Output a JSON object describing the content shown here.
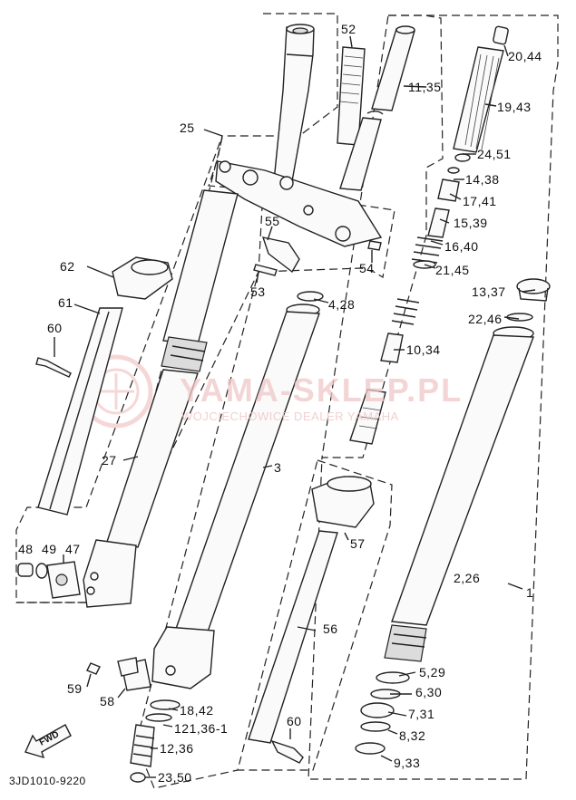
{
  "diagram": {
    "code": "3JD1010-9220",
    "fwd_label": "FWD",
    "watermark": {
      "title": "YAMA-SKLEP.PL",
      "subtitle": "WOJCIECHOWICE DEALER YAMAHA"
    },
    "callouts": [
      {
        "id": "c-52",
        "label": "52"
      },
      {
        "id": "c-20-44",
        "label": "20,44"
      },
      {
        "id": "c-11-35",
        "label": "11,35"
      },
      {
        "id": "c-19-43",
        "label": "19,43"
      },
      {
        "id": "c-25",
        "label": "25"
      },
      {
        "id": "c-24-51",
        "label": "24,51"
      },
      {
        "id": "c-14-38",
        "label": "14,38"
      },
      {
        "id": "c-17-41",
        "label": "17,41"
      },
      {
        "id": "c-55",
        "label": "55"
      },
      {
        "id": "c-15-39",
        "label": "15,39"
      },
      {
        "id": "c-16-40",
        "label": "16,40"
      },
      {
        "id": "c-62",
        "label": "62"
      },
      {
        "id": "c-54",
        "label": "54"
      },
      {
        "id": "c-21-45",
        "label": "21,45"
      },
      {
        "id": "c-53",
        "label": "53"
      },
      {
        "id": "c-13-37",
        "label": "13,37"
      },
      {
        "id": "c-4-28",
        "label": "4,28"
      },
      {
        "id": "c-61",
        "label": "61"
      },
      {
        "id": "c-22-46",
        "label": "22,46"
      },
      {
        "id": "c-60a",
        "label": "60"
      },
      {
        "id": "c-10-34",
        "label": "10,34"
      },
      {
        "id": "c-27",
        "label": "27"
      },
      {
        "id": "c-3",
        "label": "3"
      },
      {
        "id": "c-48",
        "label": "48"
      },
      {
        "id": "c-49",
        "label": "49"
      },
      {
        "id": "c-47",
        "label": "47"
      },
      {
        "id": "c-57",
        "label": "57"
      },
      {
        "id": "c-2-26",
        "label": "2,26"
      },
      {
        "id": "c-1",
        "label": "1"
      },
      {
        "id": "c-56",
        "label": "56"
      },
      {
        "id": "c-5-29",
        "label": "5,29"
      },
      {
        "id": "c-59",
        "label": "59"
      },
      {
        "id": "c-6-30",
        "label": "6,30"
      },
      {
        "id": "c-58",
        "label": "58"
      },
      {
        "id": "c-18-42",
        "label": "18,42"
      },
      {
        "id": "c-7-31",
        "label": "7,31"
      },
      {
        "id": "c-60b",
        "label": "60"
      },
      {
        "id": "c-121-36",
        "label": "121,36-1"
      },
      {
        "id": "c-8-32",
        "label": "8,32"
      },
      {
        "id": "c-12-36",
        "label": "12,36"
      },
      {
        "id": "c-9-33",
        "label": "9,33"
      },
      {
        "id": "c-23-50",
        "label": "23,50"
      }
    ]
  }
}
